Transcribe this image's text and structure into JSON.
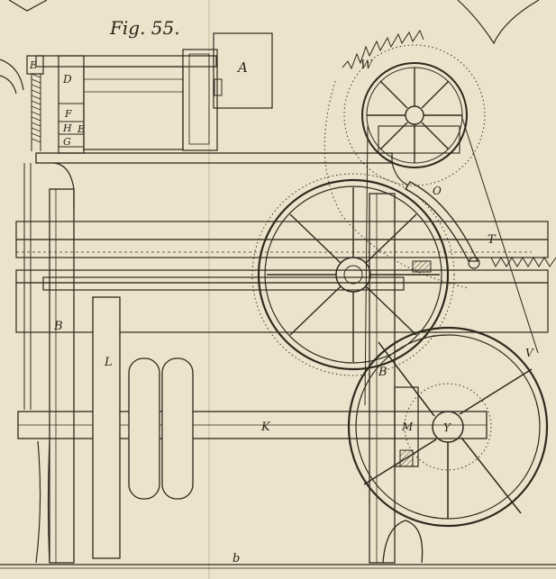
{
  "figure": {
    "title": "Fig. 55.",
    "labels": {
      "A": "A",
      "B_left": "B",
      "B_right": "B",
      "D": "D",
      "E_top": "E",
      "E_side": "E",
      "F": "F",
      "G": "G",
      "H": "H",
      "K": "K",
      "L": "L",
      "M": "M",
      "O": "O",
      "T": "T",
      "V": "V",
      "W": "W",
      "Y": "Y",
      "b": "b"
    }
  },
  "colors": {
    "paper": "#ece3cc",
    "ink": "#2f291d"
  }
}
